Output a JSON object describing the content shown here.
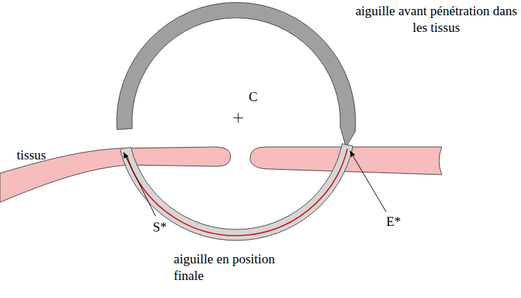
{
  "diagram": {
    "labels": [
      "aiguille avant pénétration dans les tissus",
      "C",
      "tissus",
      "S*",
      "E*",
      "aiguille en position finale"
    ]
  }
}
